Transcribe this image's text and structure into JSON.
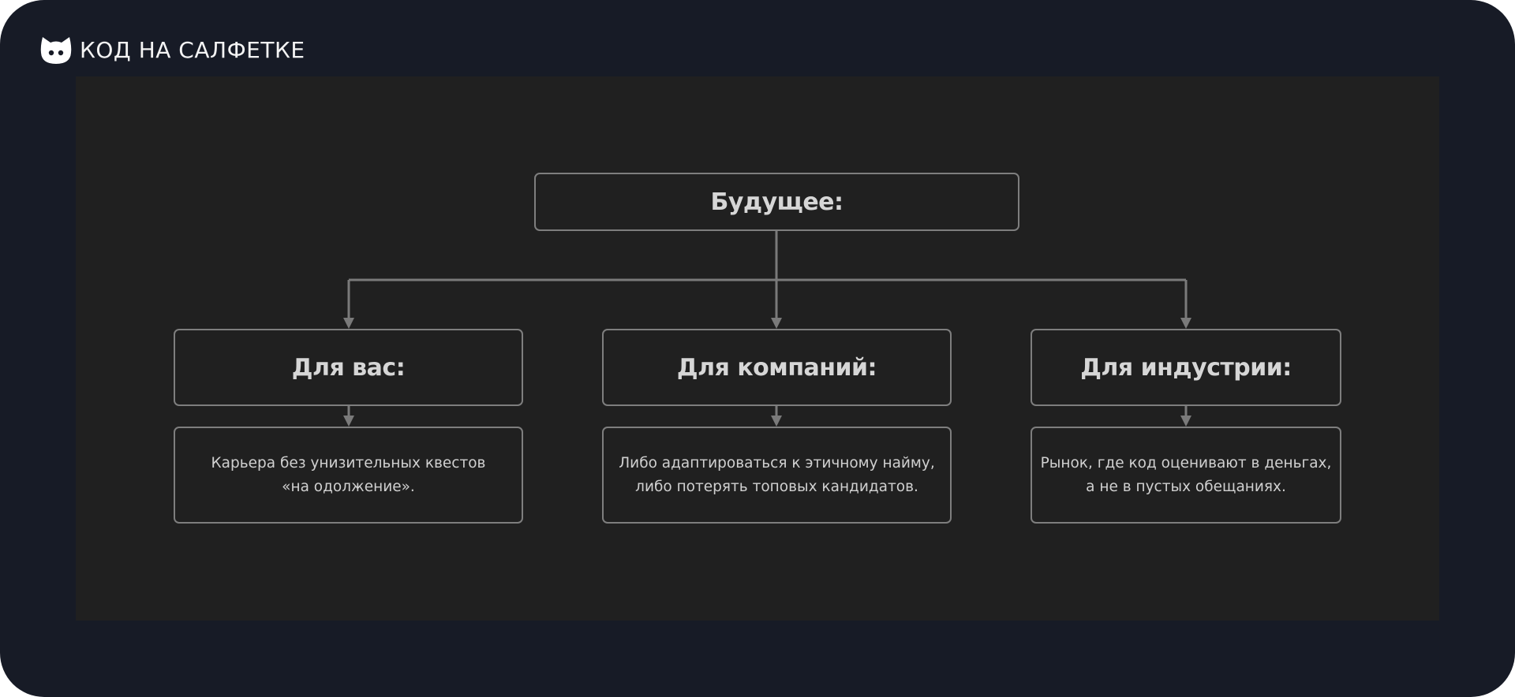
{
  "brand": {
    "logo_icon": "cat-icon",
    "name": "КОД НА САЛФЕТКЕ"
  },
  "colors": {
    "frame_bg": "#171b26",
    "canvas_bg": "#202020",
    "node_border": "#7e7e7e",
    "connector": "#7a7a7a",
    "text": "#d6d6d6"
  },
  "diagram": {
    "root": {
      "label": "Будущее:"
    },
    "branches": [
      {
        "label": "Для вас:",
        "description": "Карьера без унизительных квестов «на одолжение»."
      },
      {
        "label": "Для компаний:",
        "description": "Либо адаптироваться к этичному найму, либо потерять топовых кандидатов."
      },
      {
        "label": "Для индустрии:",
        "description": "Рынок, где код оценивают в деньгах, а не в пустых обещаниях."
      }
    ]
  }
}
